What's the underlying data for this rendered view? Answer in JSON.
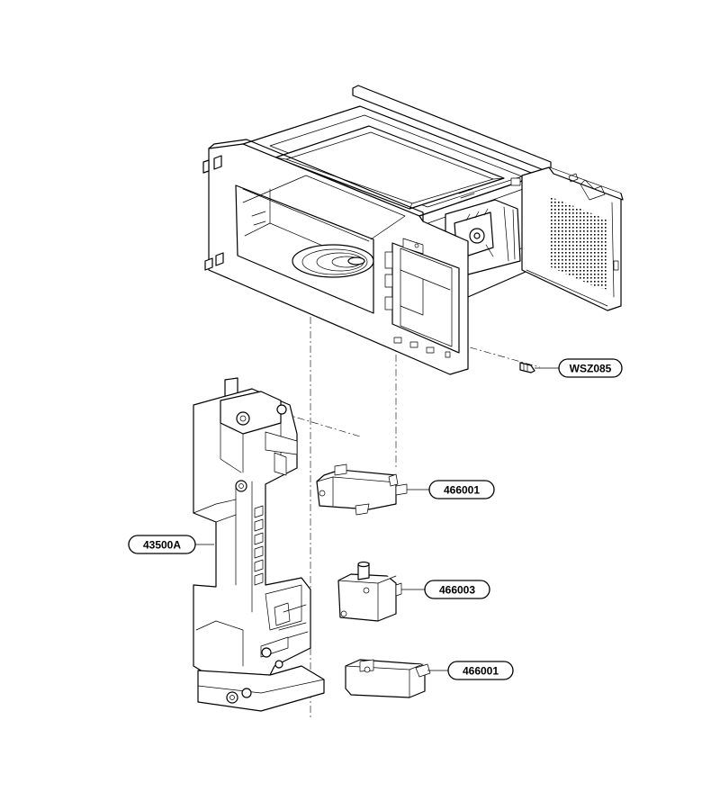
{
  "callouts": [
    {
      "id": "screw",
      "label": "WSZ085"
    },
    {
      "id": "switch-top",
      "label": "466001"
    },
    {
      "id": "latch-board",
      "label": "43500A"
    },
    {
      "id": "switch-middle",
      "label": "466003"
    },
    {
      "id": "switch-bottom",
      "label": "466001"
    }
  ]
}
